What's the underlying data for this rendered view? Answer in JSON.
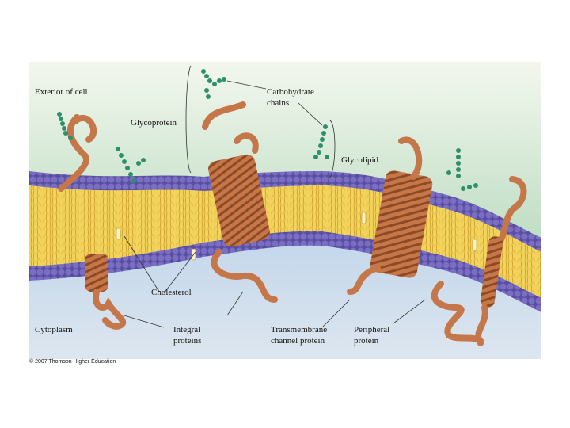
{
  "labels": {
    "exterior": "Exterior of cell",
    "carbohydrate_1": "Carbohydrate",
    "carbohydrate_2": "chains",
    "glycoprotein": "Glycoprotein",
    "glycolipid": "Glycolipid",
    "cholesterol": "Cholesterol",
    "cytoplasm": "Cytoplasm",
    "integral_1": "Integral",
    "integral_2": "proteins",
    "transmembrane_1": "Transmembrane",
    "transmembrane_2": "channel protein",
    "peripheral_1": "Peripheral",
    "peripheral_2": "protein"
  },
  "credit": "© 2007 Thomson Higher Education",
  "colors": {
    "exterior_top": "#f3f7ee",
    "exterior_bottom": "#bcdcc2",
    "cytoplasm_top": "#9ec0e2",
    "cytoplasm_bottom": "#dde6f0",
    "head_blue": "#6f63b5",
    "head_dark": "#4b3f92",
    "tail_yellow": "#f2d35c",
    "protein": "#c6774a",
    "protein_dark": "#8f4a24",
    "sugar_green": "#2f8f6a"
  }
}
